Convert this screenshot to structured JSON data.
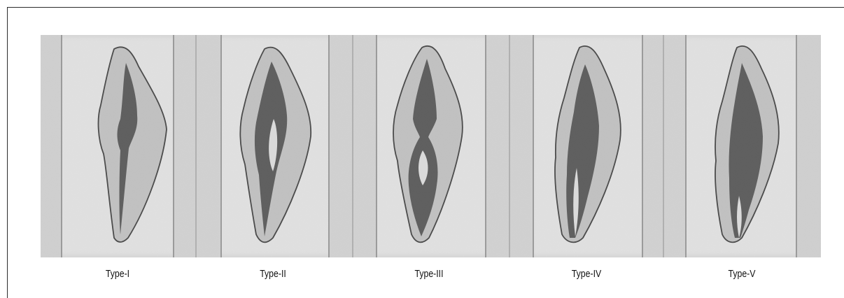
{
  "figure": {
    "panels": [
      {
        "label": "Type-I",
        "tooth_icon": "tooth-type-i-icon"
      },
      {
        "label": "Type-II",
        "tooth_icon": "tooth-type-ii-icon"
      },
      {
        "label": "Type-III",
        "tooth_icon": "tooth-type-iii-icon"
      },
      {
        "label": "Type-IV",
        "tooth_icon": "tooth-type-iv-icon"
      },
      {
        "label": "Type-V",
        "tooth_icon": "tooth-type-v-icon"
      }
    ],
    "colors": {
      "background": "#dcdcdc",
      "tooth_fill": "#b9b9b9",
      "canal_fill": "#4a4a4a",
      "outline": "#333333",
      "separator": "#9a9a9a"
    }
  }
}
